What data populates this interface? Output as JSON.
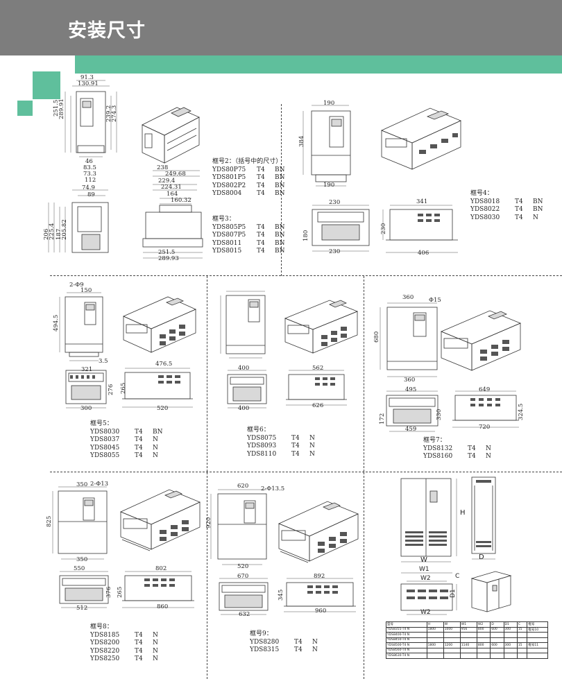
{
  "header": {
    "title": "安装尺寸"
  },
  "colors": {
    "header_gray": "#7d7d7d",
    "accent_green": "#5fbf9c"
  },
  "frame1": {
    "dims": {
      "w_top1": "91.3",
      "w_top2": "130.91",
      "h_left1": "251.5",
      "h_left2": "289.91",
      "h_right1": "239.2",
      "h_right2": "274.3",
      "w_b1": "46",
      "w_b2": "83.5",
      "w_b3": "73.3",
      "w_b4": "112",
      "side_w1": "74.9",
      "side_w2": "89",
      "side_h1": "206",
      "side_h2": "225.4",
      "side_h3": "187",
      "side_h4": "205.82"
    }
  },
  "frame2_3": {
    "dims": {
      "t1": "238",
      "t2": "249.68",
      "t3": "229.4",
      "t4": "224.31",
      "t5": "164",
      "t6": "160.32",
      "b1": "251.5",
      "b2": "289.93"
    }
  },
  "frame2": {
    "title": "框号2：（括号中的尺寸）",
    "models": [
      {
        "model": "YDS80P75",
        "voltage": "T4",
        "type": "BN"
      },
      {
        "model": "YDS801P5",
        "voltage": "T4",
        "type": "BN"
      },
      {
        "model": "YDS802P2",
        "voltage": "T4",
        "type": "BN"
      },
      {
        "model": "YDS8004",
        "voltage": "T4",
        "type": "BN"
      }
    ]
  },
  "frame3": {
    "title": "框号3：",
    "models": [
      {
        "model": "YDS805P5",
        "voltage": "T4",
        "type": "BN"
      },
      {
        "model": "YDS807P5",
        "voltage": "T4",
        "type": "BN"
      },
      {
        "model": "YDS8011",
        "voltage": "T4",
        "type": "BN"
      },
      {
        "model": "YDS8015",
        "voltage": "T4",
        "type": "BN"
      }
    ]
  },
  "frame4": {
    "title": "框号4：",
    "dims": {
      "w_top": "190",
      "h_left": "384",
      "w_bot": "190",
      "f_w": "230",
      "f_h": "180",
      "f_b": "230",
      "s_w": "341",
      "s_h": "230",
      "s_b": "406"
    },
    "models": [
      {
        "model": "YDS8018",
        "voltage": "T4",
        "type": "BN"
      },
      {
        "model": "YDS8022",
        "voltage": "T4",
        "type": "BN"
      },
      {
        "model": "YDS8030",
        "voltage": "T4",
        "type": "N"
      }
    ]
  },
  "frame5": {
    "title": "框号5：",
    "dims": {
      "w_top": "150",
      "hole": "2-Φ9",
      "h_left": "494.5",
      "w_bot": "321",
      "w_bot2": "3.5",
      "s_w": "476.5",
      "s_h": "265",
      "s_b": "520",
      "f_h": "276",
      "f_b": "300"
    },
    "models": [
      {
        "model": "YDS8030",
        "voltage": "T4",
        "type": "BN"
      },
      {
        "model": "YDS8037",
        "voltage": "T4",
        "type": "N"
      },
      {
        "model": "YDS8045",
        "voltage": "T4",
        "type": "N"
      },
      {
        "model": "YDS8055",
        "voltage": "T4",
        "type": "N"
      }
    ]
  },
  "frame6": {
    "title": "框号6：",
    "dims": {
      "w_top": "400",
      "s_w": "562",
      "s_b": "626",
      "f_b": "400"
    },
    "models": [
      {
        "model": "YDS8075",
        "voltage": "T4",
        "type": "N"
      },
      {
        "model": "YDS8093",
        "voltage": "T4",
        "type": "N"
      },
      {
        "model": "YDS8110",
        "voltage": "T4",
        "type": "N"
      }
    ]
  },
  "frame7": {
    "title": "框号7：",
    "dims": {
      "w_top": "360",
      "hole": "Φ15",
      "h_left": "680",
      "w_bot": "360",
      "f_w": "495",
      "f_b": "459",
      "f_h": "330",
      "f_h2": "172",
      "s_w": "649",
      "s_b": "720",
      "s_h": "324.5"
    },
    "models": [
      {
        "model": "YDS8132",
        "voltage": "T4",
        "type": "N"
      },
      {
        "model": "YDS8160",
        "voltage": "T4",
        "type": "N"
      }
    ]
  },
  "frame8": {
    "title": "框号8：",
    "dims": {
      "w_top": "350",
      "hole": "2-Φ13",
      "h_left": "825",
      "w_bot": "350",
      "f_w": "550",
      "f_b": "512",
      "f_h": "376",
      "s_w": "802",
      "s_b": "860",
      "s_h": "265"
    },
    "models": [
      {
        "model": "YDS8185",
        "voltage": "T4",
        "type": "N"
      },
      {
        "model": "YDS8200",
        "voltage": "T4",
        "type": "N"
      },
      {
        "model": "YDS8220",
        "voltage": "T4",
        "type": "N"
      },
      {
        "model": "YDS8250",
        "voltage": "T4",
        "type": "N"
      }
    ]
  },
  "frame9": {
    "title": "框号9：",
    "dims": {
      "w_top": "620",
      "hole": "2-Φ13.5",
      "h_left": "920",
      "w_bot": "520",
      "f_w": "670",
      "f_b": "632",
      "f_h": "345",
      "s_w": "892",
      "s_b": "960"
    },
    "models": [
      {
        "model": "YDS8280",
        "voltage": "T4",
        "type": "N"
      },
      {
        "model": "YDS8315",
        "voltage": "T4",
        "type": "N"
      }
    ]
  },
  "cabinet": {
    "labels": {
      "h": "H",
      "w": "W",
      "d": "D",
      "w1": "W1",
      "w2": "W2",
      "d1": "D1",
      "c": "C",
      "w2b": "W2"
    },
    "table": {
      "headers": [
        "型号",
        "H",
        "W",
        "W1",
        "W2",
        "D",
        "D1",
        "C",
        "框号"
      ],
      "rows": [
        [
          "YDS8355-T4 N",
          "1800",
          "1000",
          "956",
          "800",
          "600",
          "300",
          "15",
          "框号10"
        ],
        [
          "YDS8400-T4 N",
          "",
          "",
          "",
          "",
          "",
          "",
          "",
          ""
        ],
        [
          "YDS8450-T4 N",
          "",
          "",
          "",
          "",
          "",
          "",
          "",
          ""
        ],
        [
          "YDS8500-T4 N",
          "1800",
          "1200",
          "1140",
          "800",
          "600",
          "300",
          "15",
          "框号11"
        ],
        [
          "YDS8560-T4 N",
          "",
          "",
          "",
          "",
          "",
          "",
          "",
          ""
        ],
        [
          "YDS8630-T4 N",
          "",
          "",
          "",
          "",
          "",
          "",
          "",
          ""
        ]
      ]
    }
  }
}
